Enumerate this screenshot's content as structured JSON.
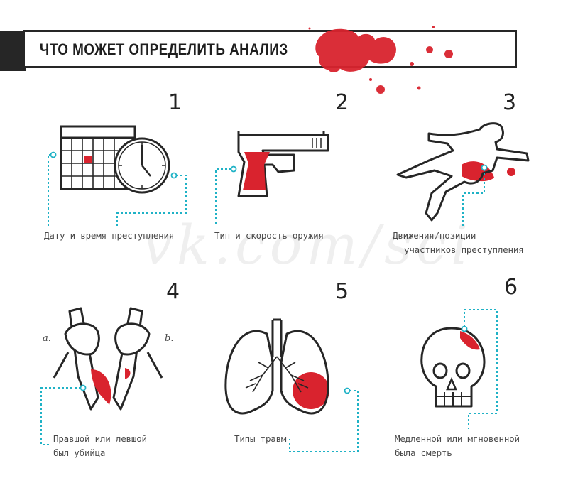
{
  "header": {
    "title": "ЧТО МОЖЕТ ОПРЕДЕЛИТЬ АНАЛИЗ"
  },
  "watermark": "vk.com/sci",
  "colors": {
    "accent_red": "#d9232e",
    "dotted_teal": "#1fb2c6",
    "ink": "#262626"
  },
  "items": [
    {
      "number": "1",
      "lines": [
        "Дату и время преступления"
      ],
      "icon": "calendar-clock-icon"
    },
    {
      "number": "2",
      "lines": [
        "Тип и скорость оружия"
      ],
      "icon": "pistol-icon"
    },
    {
      "number": "3",
      "lines": [
        "Движения/позиции",
        "участников преступления"
      ],
      "icon": "body-outline-icon"
    },
    {
      "number": "4",
      "lines": [
        "Правшой или левшой",
        "был убийца"
      ],
      "icon": "knives-icon",
      "labels": [
        "a.",
        "b."
      ]
    },
    {
      "number": "5",
      "lines": [
        "Типы травм"
      ],
      "icon": "lungs-icon"
    },
    {
      "number": "6",
      "lines": [
        "Медленной или мгновенной",
        "была смерть"
      ],
      "icon": "skull-icon"
    }
  ]
}
